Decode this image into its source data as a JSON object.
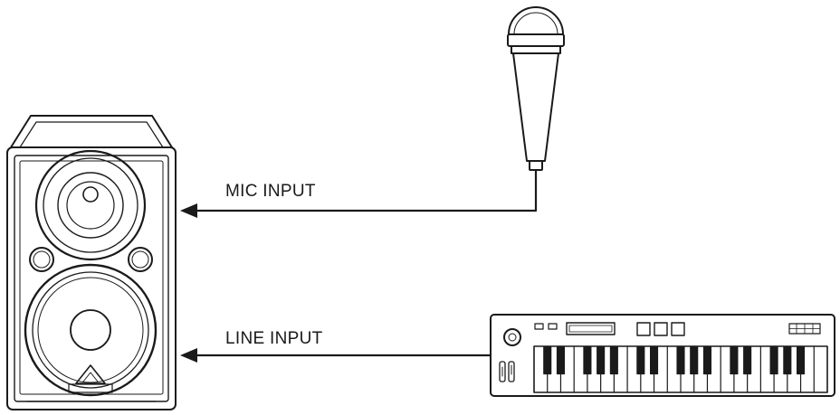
{
  "labels": {
    "mic_input": "MIC INPUT",
    "line_input": "LINE INPUT"
  },
  "colors": {
    "line": "#1a1a1a",
    "background": "#ffffff"
  },
  "icons": {
    "speaker": "speaker-monitor-icon",
    "microphone": "microphone-icon",
    "keyboard": "midi-keyboard-icon"
  },
  "keyboard": {
    "white_keys": 22
  }
}
